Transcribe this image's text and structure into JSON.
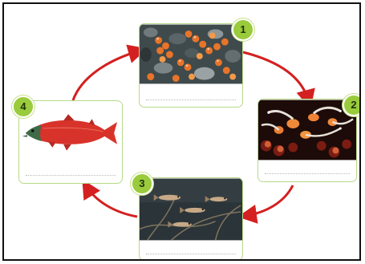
{
  "diagram": {
    "kind": "life-cycle",
    "arrow_color": "#d42020",
    "card_border_color": "#b7d989",
    "badge_color": "#9acb3c",
    "stages": [
      {
        "number": "1",
        "picture": "salmon-eggs-on-gravel-photo",
        "answer_line": ""
      },
      {
        "number": "2",
        "picture": "alevins-with-yolk-sacs-photo",
        "answer_line": ""
      },
      {
        "number": "3",
        "picture": "fry-swimming-photo",
        "answer_line": ""
      },
      {
        "number": "4",
        "picture": "adult-red-salmon-photo",
        "answer_line": ""
      }
    ]
  }
}
